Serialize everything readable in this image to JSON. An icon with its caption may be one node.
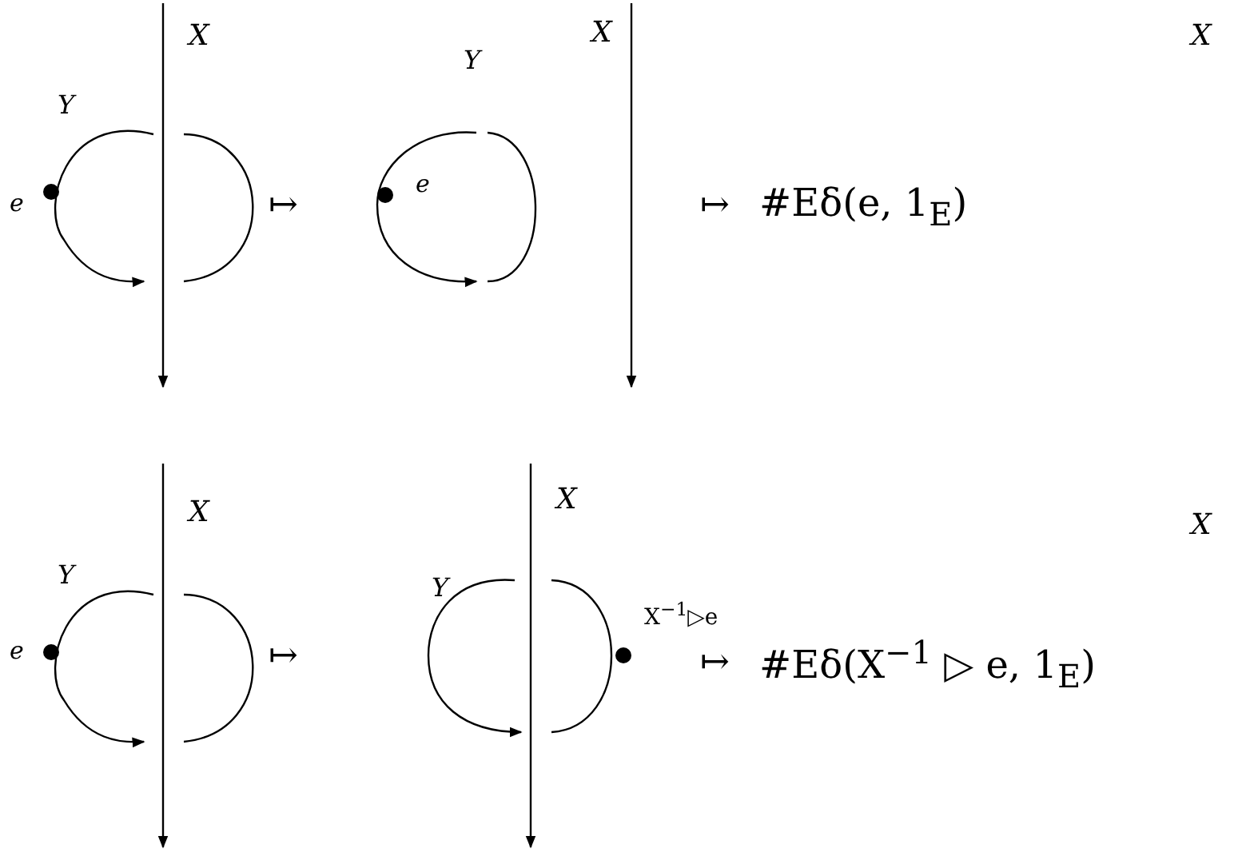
{
  "diagram": {
    "labels": [
      "X",
      "Y",
      "e",
      "↦",
      "Y",
      "X",
      "e",
      "↦",
      "#Eδ(e, 1$_{E}$)",
      "X",
      "X",
      "Y",
      "e",
      "↦",
      "Y",
      "X",
      "X$^{−1}$▷e",
      "↦",
      "#Eδ(X$^{−1}$ ▷ e, 1$_{E}$)",
      "X"
    ]
  }
}
